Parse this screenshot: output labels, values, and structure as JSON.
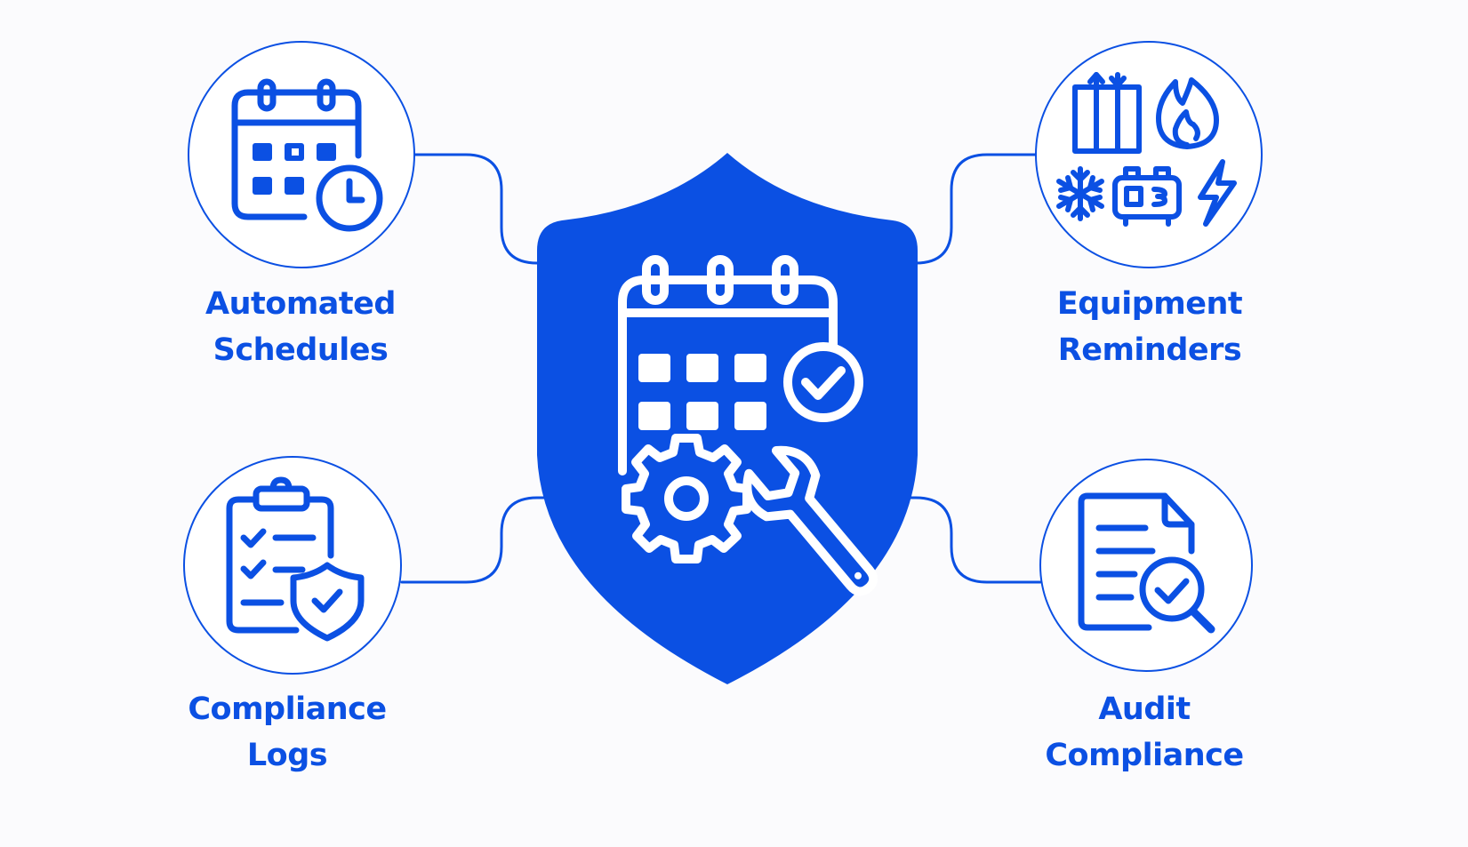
{
  "colors": {
    "primary": "#0b50e3",
    "background": "#fbfbfd",
    "icon_stroke_on_shield": "#ffffff"
  },
  "center": {
    "icon": "shield-calendar-gear-wrench-icon"
  },
  "nodes": [
    {
      "id": "automated-schedules",
      "icon": "calendar-clock-icon",
      "label_line1": "Automated",
      "label_line2": "Schedules"
    },
    {
      "id": "equipment-reminders",
      "icon": "equipment-cluster-icon",
      "label_line1": "Equipment",
      "label_line2": "Reminders"
    },
    {
      "id": "compliance-logs",
      "icon": "clipboard-shield-icon",
      "label_line1": "Compliance",
      "label_line2": "Logs"
    },
    {
      "id": "audit-compliance",
      "icon": "document-magnifier-icon",
      "label_line1": "Audit",
      "label_line2": "Compliance"
    }
  ]
}
